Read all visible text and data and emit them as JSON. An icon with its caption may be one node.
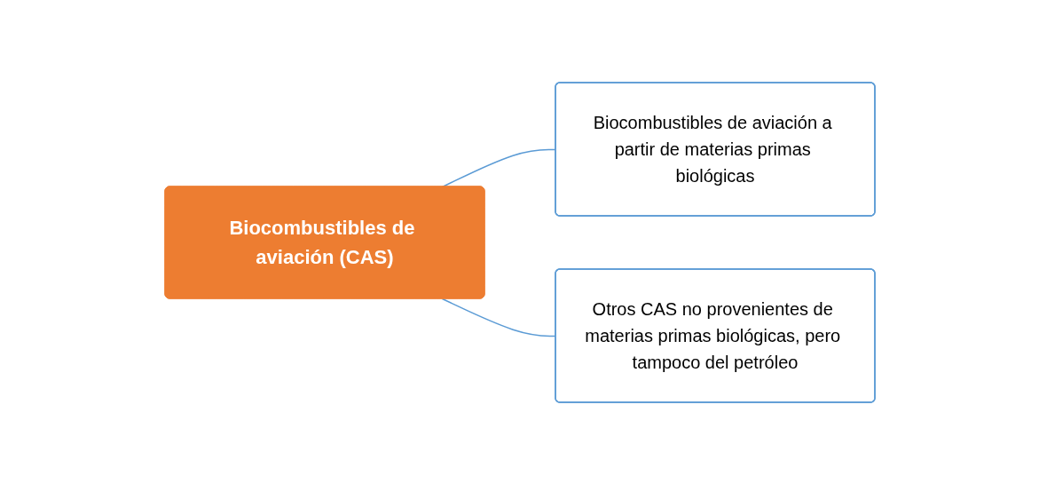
{
  "diagram": {
    "nodes": [
      {
        "text": [
          "Biocombustibles de aviación (CAS)"
        ]
      },
      {
        "text": [
          "Biocombustibles de aviación a partir de materias primas biológicas"
        ]
      },
      {
        "text": [
          "Otros CAS no provenientes de materias primas biológicas, pero tampoco del petróleo"
        ]
      }
    ],
    "edges": [
      {
        "from": 0,
        "to": 1,
        "arrow": "none"
      },
      {
        "from": 0,
        "to": 2,
        "arrow": "none"
      }
    ]
  }
}
